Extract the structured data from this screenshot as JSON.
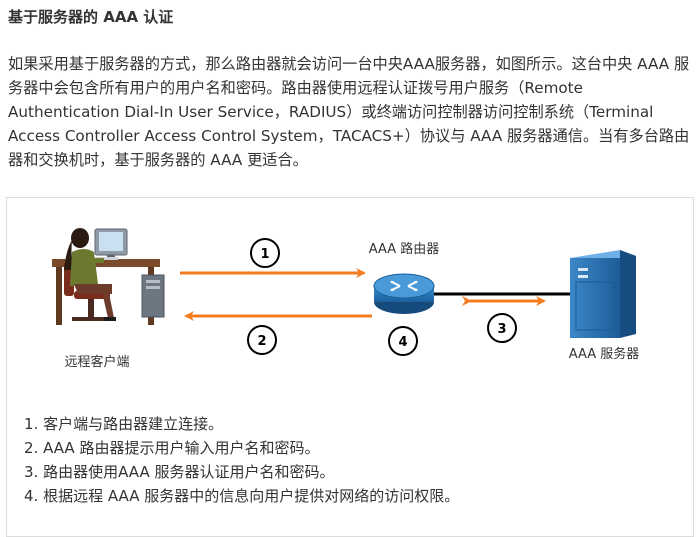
{
  "heading": "基于服务器的 AAA 认证",
  "intro": "如果采用基于服务器的方式，那么路由器就会访问一台中央AAA服务器，如图所示。这台中央 AAA 服务器中会包含所有用户的用户名和密码。路由器使用远程认证拨号用户服务（Remote Authentication Dial-In User Service，RADIUS）或终端访问控制器访问控制系统（Terminal Access Controller Access Control System，TACACS+）协议与 AAA 服务器通信。当有多台路由器和交换机时，基于服务器的 AAA 更适合。",
  "diagram": {
    "client_label": "远程客户端",
    "router_label": "AAA 路由器",
    "server_label": "AAA 服务器",
    "step_markers": [
      "1",
      "2",
      "3",
      "4"
    ],
    "arrow_color": "#f47b20",
    "router_color": "#1f6fb2",
    "server_color": "#2d78b8"
  },
  "steps": [
    "1. 客户端与路由器建立连接。",
    "2. AAA 路由器提示用户输入用户名和密码。",
    "3. 路由器使用AAA 服务器认证用户名和密码。",
    "4. 根据远程 AAA 服务器中的信息向用户提供对网络的访问权限。"
  ]
}
